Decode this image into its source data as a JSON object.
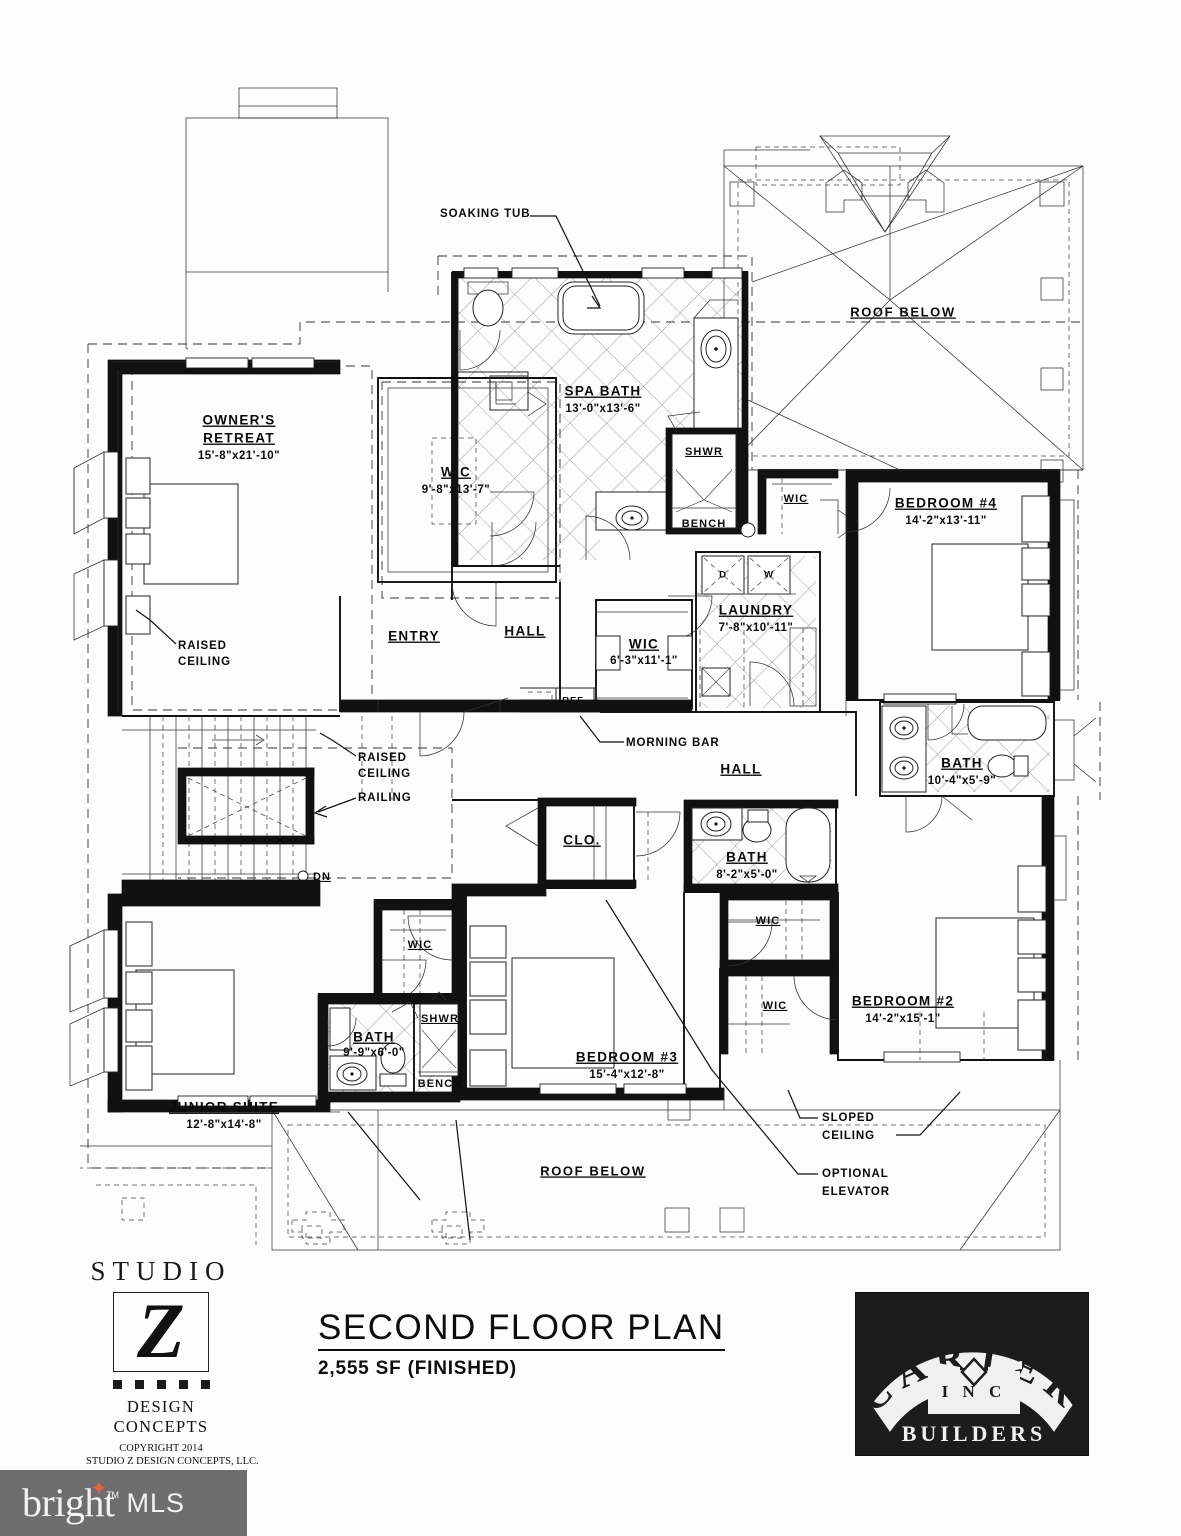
{
  "sheet": {
    "title": "SECOND FLOOR PLAN",
    "subtitle": "2,555 SF (FINISHED)"
  },
  "studio_logo": {
    "word": "STUDIO",
    "monogram": "Z",
    "tagline": "DESIGN CONCEPTS",
    "copyright_line1": "COPYRIGHT 2014",
    "copyright_line2": "STUDIO Z DESIGN CONCEPTS, LLC."
  },
  "builder_logo": {
    "name": "CARTER",
    "inc": "I N C",
    "builders": "BUILDERS"
  },
  "watermark": {
    "brand": "bright",
    "suffix": "MLS",
    "tm": "TM"
  },
  "rooms": [
    {
      "key": "owners_retreat",
      "name": "OWNER'S",
      "name2": "RETREAT",
      "dim": "15'-8\"x21'-10\""
    },
    {
      "key": "spa_bath",
      "name": "SPA BATH",
      "dim": "13'-0\"x13'-6\""
    },
    {
      "key": "wic_owner",
      "name": "WIC",
      "dim": "9'-8\"x13'-7\""
    },
    {
      "key": "bedroom4",
      "name": "BEDROOM #4",
      "dim": "14'-2\"x13'-11\""
    },
    {
      "key": "laundry",
      "name": "LAUNDRY",
      "dim": "7'-8\"x10'-11\""
    },
    {
      "key": "wic_laundry",
      "name": "WIC",
      "dim": "6'-3\"x11'-1\""
    },
    {
      "key": "bath_right",
      "name": "BATH",
      "dim": "10'-4\"x5'-9\""
    },
    {
      "key": "bath_center",
      "name": "BATH",
      "dim": "8'-2\"x5'-0\""
    },
    {
      "key": "bedroom2",
      "name": "BEDROOM #2",
      "dim": "14'-2\"x15'-1\""
    },
    {
      "key": "bedroom3",
      "name": "BEDROOM #3",
      "dim": "15'-4\"x12'-8\""
    },
    {
      "key": "junior_suite",
      "name": "JUNIOR SUITE",
      "dim": "12'-8\"x14'-8\""
    },
    {
      "key": "bath_junior",
      "name": "BATH",
      "dim": "9'-9\"x6'-0\""
    }
  ],
  "plain_labels": {
    "entry": "ENTRY",
    "hall_upper": "HALL",
    "hall_lower": "HALL",
    "shwr_spa": "SHWR",
    "bench_spa": "BENCH",
    "shwr_junior": "SHWR",
    "bench_junior": "BENCH",
    "wic_spa_right": "WIC",
    "wic_bed2_upper": "WIC",
    "wic_bed2_lower": "WIC",
    "wic_junior": "WIC",
    "closet": "CLO.",
    "ref": "REF",
    "dryer": "D",
    "washer": "W",
    "dn": "DN",
    "roof_below_top": "ROOF BELOW",
    "roof_below_bottom": "ROOF BELOW"
  },
  "callouts": [
    {
      "key": "soaking_tub",
      "line1": "SOAKING TUB",
      "line2": ""
    },
    {
      "key": "raised_ceiling_1",
      "line1": "RAISED",
      "line2": "CEILING"
    },
    {
      "key": "raised_ceiling_2",
      "line1": "RAISED",
      "line2": "CEILING"
    },
    {
      "key": "railing",
      "line1": "RAILING",
      "line2": ""
    },
    {
      "key": "morning_bar",
      "line1": "MORNING BAR",
      "line2": ""
    },
    {
      "key": "sloped_ceiling",
      "line1": "SLOPED",
      "line2": "CEILING"
    },
    {
      "key": "optional_elevator",
      "line1": "OPTIONAL",
      "line2": "ELEVATOR"
    }
  ],
  "colors": {
    "paper": "#fdfdfd",
    "ink": "#111111",
    "watermark_bg": "#6e6e6e",
    "watermark_accent": "#e8653a",
    "builder_bg": "#1c1c1c"
  }
}
